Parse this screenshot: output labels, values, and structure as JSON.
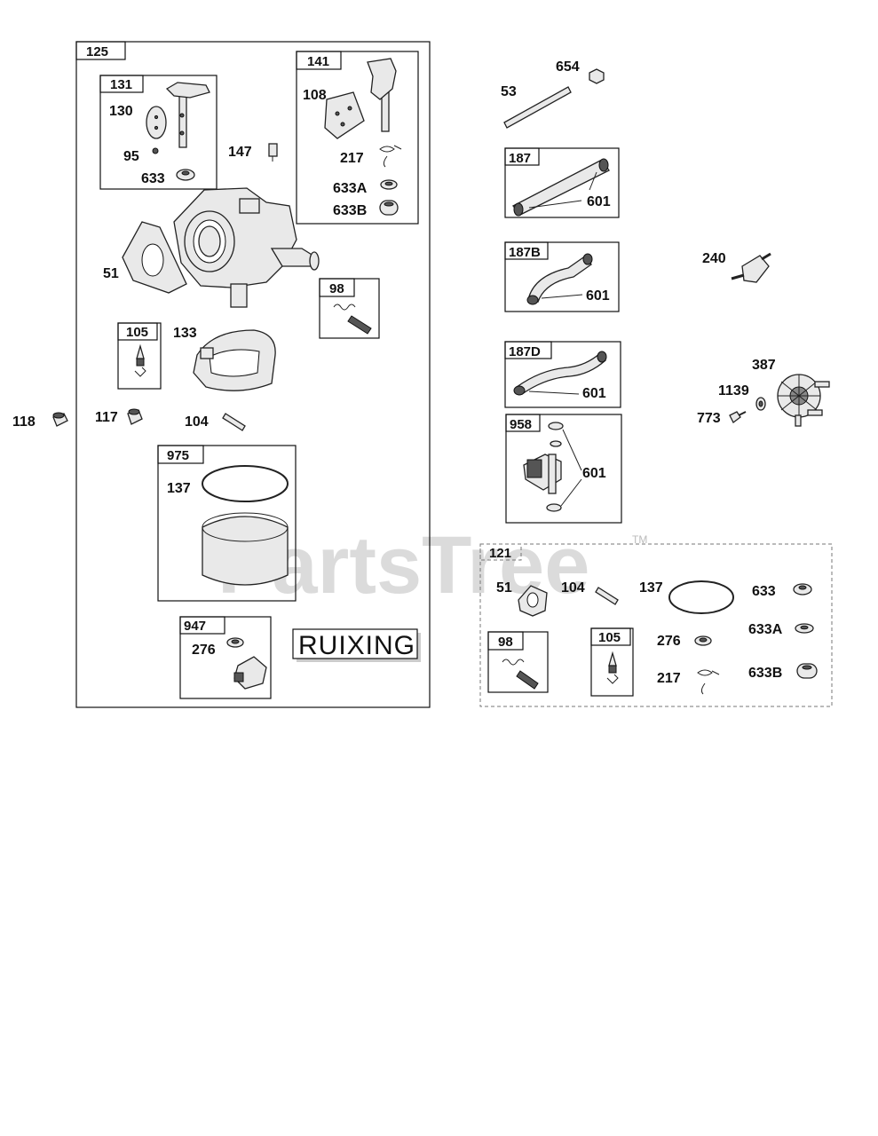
{
  "watermark": "PartsTree",
  "trademark": "TM",
  "brand_label": "RUIXING",
  "group_tags": {
    "g125": "125",
    "g131": "131",
    "g141": "141",
    "g98a": "98",
    "g105a": "105",
    "g975": "975",
    "g947": "947",
    "g187": "187",
    "g187b": "187B",
    "g187d": "187D",
    "g958": "958",
    "g121": "121",
    "g98b": "98",
    "g105b": "105"
  },
  "callouts": {
    "c130": "130",
    "c95": "95",
    "c633a": "633",
    "c108": "108",
    "c217a": "217",
    "c633A_a": "633A",
    "c633B_a": "633B",
    "c147": "147",
    "c51a": "51",
    "c133": "133",
    "c118": "118",
    "c117": "117",
    "c104a": "104",
    "c137a": "137",
    "c276a": "276",
    "c654": "654",
    "c53": "53",
    "c601a": "601",
    "c601b": "601",
    "c601c": "601",
    "c601d": "601",
    "c240": "240",
    "c387": "387",
    "c1139": "1139",
    "c773": "773",
    "c51b": "51",
    "c104b": "104",
    "c137b": "137",
    "c633b": "633",
    "c633A_b": "633A",
    "c276b": "276",
    "c217b": "217",
    "c633B_b": "633B"
  }
}
